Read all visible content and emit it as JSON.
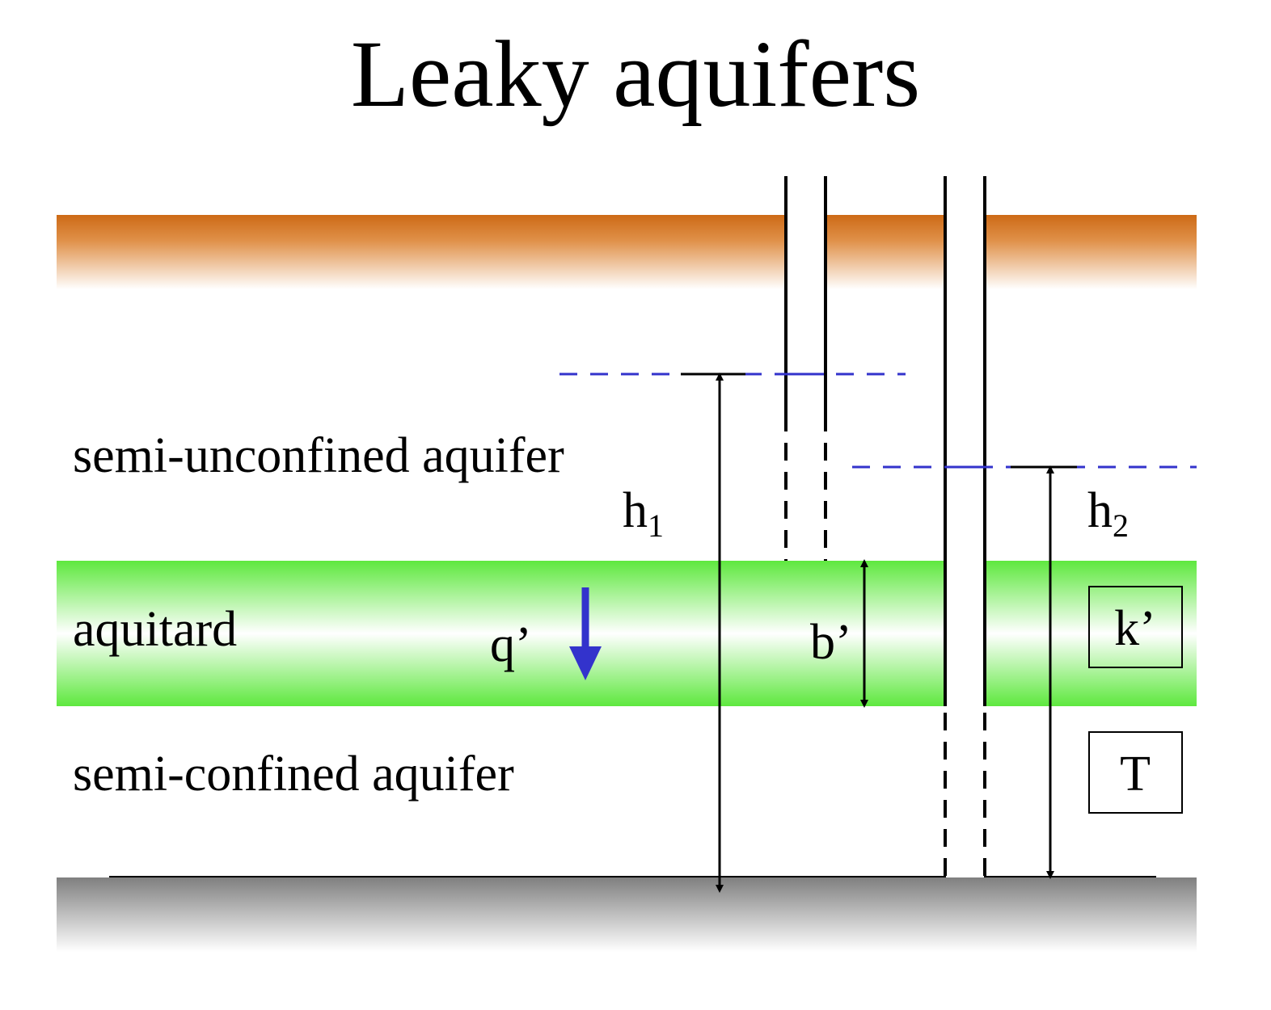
{
  "title": "Leaky aquifers",
  "layers": {
    "upper": "semi-unconfined aquifer",
    "middle": "aquitard",
    "lower": "semi-confined aquifer"
  },
  "symbols": {
    "h1_base": "h",
    "h1_sub": "1",
    "h2_base": "h",
    "h2_sub": "2",
    "leakage": "q’",
    "thickness": "b’",
    "aquitard_conductivity": "k’",
    "transmissivity": "T"
  },
  "colors": {
    "topsoil": "#d2691e",
    "aquitard": "#66ee44",
    "bedrock": "#888888",
    "water_level": "#3333cc",
    "flow_arrow": "#3333cc"
  }
}
